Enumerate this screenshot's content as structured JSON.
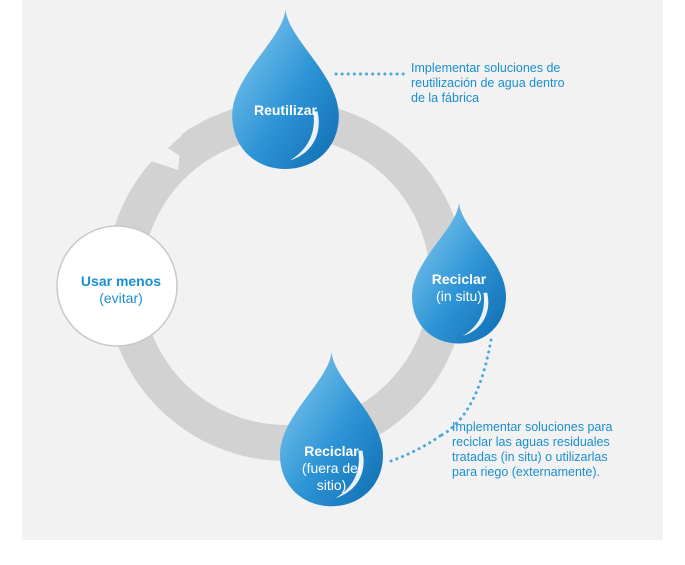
{
  "nodes": {
    "reutilizar": {
      "title": "Reutilizar"
    },
    "reciclar_insitu": {
      "title": "Reciclar",
      "subtitle": "(in situ)"
    },
    "reciclar_fuera": {
      "title": "Reciclar",
      "subtitle_line1": "(fuera del",
      "subtitle_line2": "sitio)"
    },
    "usar_menos": {
      "title": "Usar menos",
      "subtitle": "(evitar)"
    }
  },
  "notes": {
    "top": [
      "Implementar soluciones de",
      "reutilización de agua dentro",
      "de la fábrica"
    ],
    "bottom": [
      "Implementar soluciones para",
      "reciclar las aguas residuales",
      "tratadas (in situ) o utilizarlas",
      "para riego (externamente)."
    ]
  },
  "colors": {
    "panel": "#f2f2f2",
    "ring": "#d2d2d2",
    "drop_light": "#8fd0f2",
    "drop_dark": "#0e6bb0",
    "accent_text": "#1a8fcf",
    "dotted_line": "#4aa8dc"
  }
}
